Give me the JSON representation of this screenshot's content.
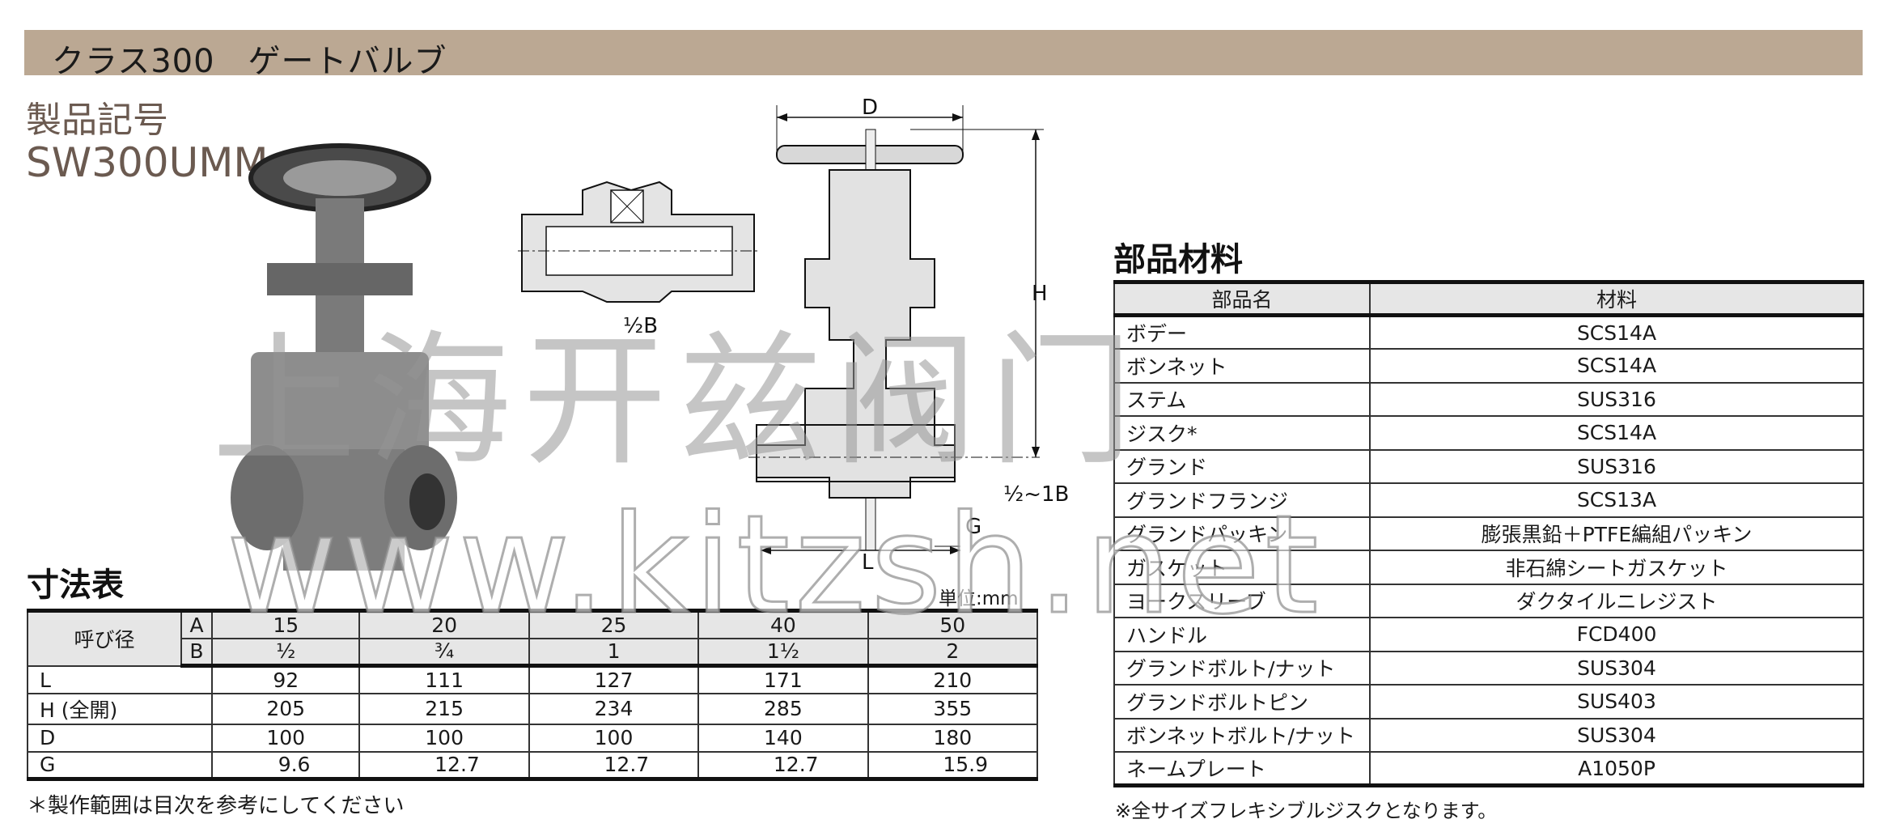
{
  "title": "クラス300　ゲートバルブ",
  "product_code_label": "製品記号",
  "product_code": "SW300UMM",
  "drawing_labels": {
    "D": "D",
    "H": "H",
    "half_b": "½B",
    "range_b": "½~1B",
    "G": "G",
    "L": "L",
    "unit": "単位:mm"
  },
  "watermark": {
    "cn": "上海开兹阀门",
    "url": "www.kitzsh.net"
  },
  "dimensions": {
    "heading": "寸法表",
    "nominal_label": "呼び径",
    "a_label": "A",
    "b_label": "B",
    "a_values": [
      "15",
      "20",
      "25",
      "40",
      "50"
    ],
    "b_values": [
      "½",
      "¾",
      "1",
      "1½",
      "2"
    ],
    "rows": [
      {
        "label": "L",
        "values": [
          "92",
          "111",
          "127",
          "171",
          "210"
        ]
      },
      {
        "label": "H (全開)",
        "values": [
          "205",
          "215",
          "234",
          "285",
          "355"
        ]
      },
      {
        "label": "D",
        "values": [
          "100",
          "100",
          "100",
          "140",
          "180"
        ]
      },
      {
        "label": "G",
        "values": [
          "9.6",
          "12.7",
          "12.7",
          "12.7",
          "15.9"
        ]
      }
    ],
    "note": "＊製作範囲は目次を参考にしてください"
  },
  "parts": {
    "heading": "部品材料",
    "col_part": "部品名",
    "col_material": "材料",
    "rows": [
      [
        "ボデー",
        "SCS14A"
      ],
      [
        "ボンネット",
        "SCS14A"
      ],
      [
        "ステム",
        "SUS316"
      ],
      [
        "ジスク*",
        "SCS14A"
      ],
      [
        "グランド",
        "SUS316"
      ],
      [
        "グランドフランジ",
        "SCS13A"
      ],
      [
        "グランドパッキン",
        "膨張黒鉛＋PTFE編組パッキン"
      ],
      [
        "ガスケット",
        "非石綿シートガスケット"
      ],
      [
        "ヨークスリーブ",
        "ダクタイルニレジスト"
      ],
      [
        "ハンドル",
        "FCD400"
      ],
      [
        "グランドボルト/ナット",
        "SUS304"
      ],
      [
        "グランドボルトピン",
        "SUS403"
      ],
      [
        "ボンネットボルト/ナット",
        "SUS304"
      ],
      [
        "ネームプレート",
        "A1050P"
      ]
    ],
    "note": "※全サイズフレキシブルジスクとなります。"
  }
}
